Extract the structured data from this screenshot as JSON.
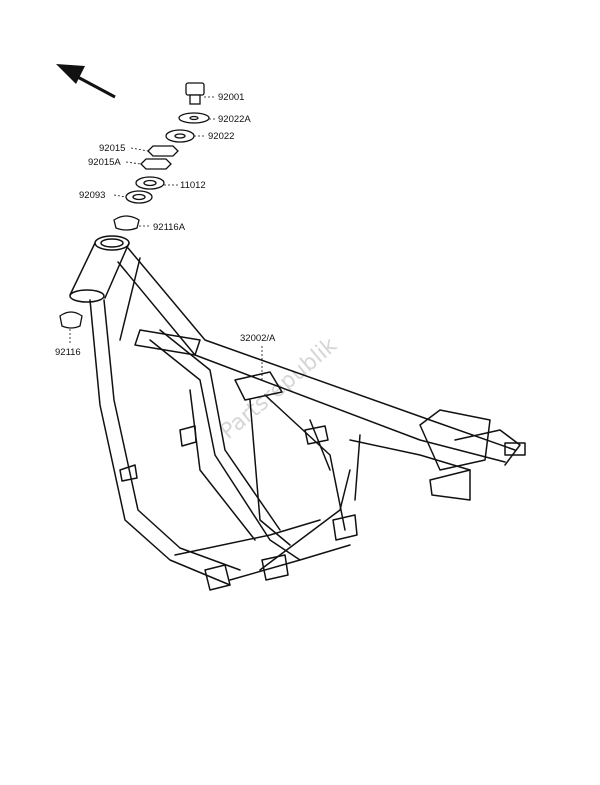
{
  "diagram": {
    "labels": {
      "p92001": "92001",
      "p92022A": "92022A",
      "p92022": "92022",
      "p92015": "92015",
      "p92015A": "92015A",
      "p11012": "11012",
      "p92093": "92093",
      "p92116A": "92116A",
      "p92116": "92116",
      "p32002A": "32002/A"
    },
    "watermark": "Partsrepublik",
    "colors": {
      "ink": "#111111",
      "watermark": "#d6d6d6"
    },
    "icons": {
      "direction": "arrow-up-left-icon"
    }
  }
}
